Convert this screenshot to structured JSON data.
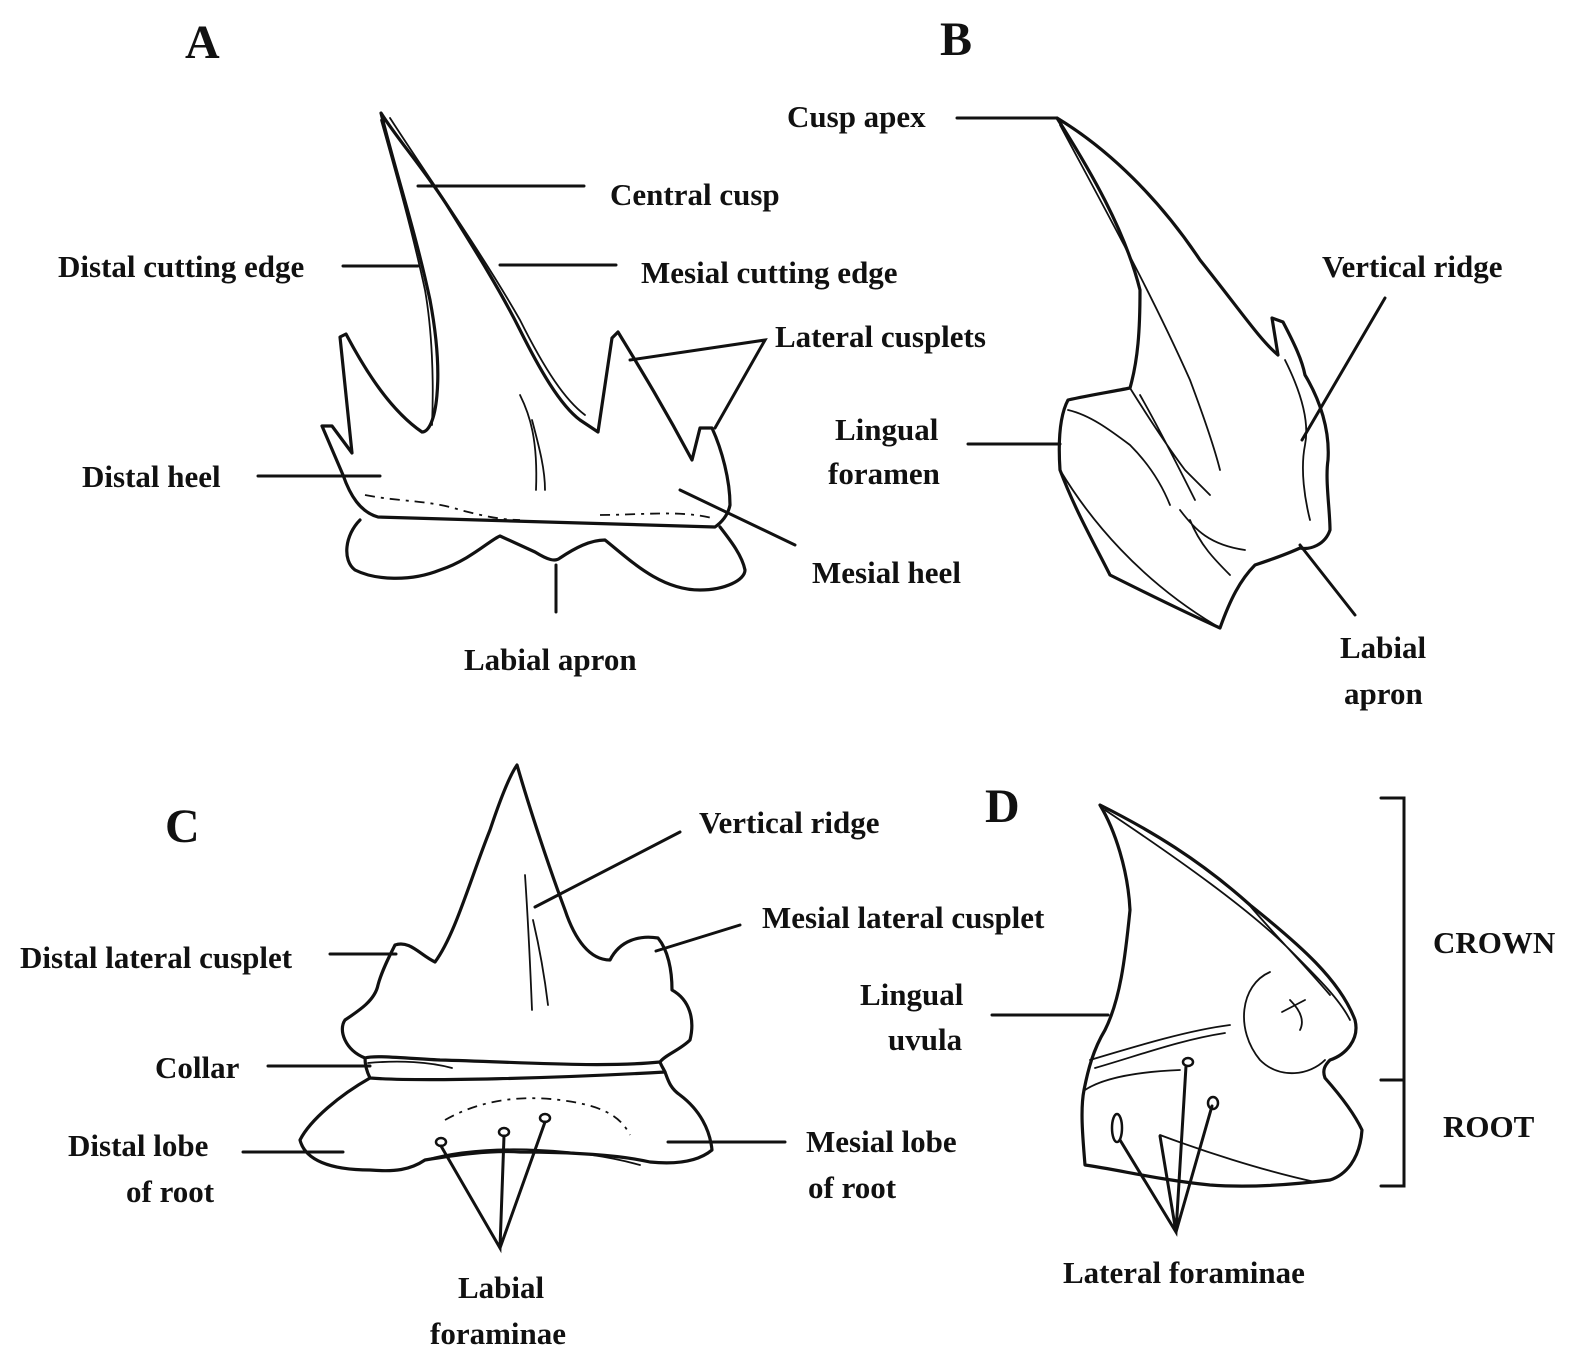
{
  "panels": {
    "A": {
      "letter": "A",
      "labels": {
        "central_cusp": "Central cusp",
        "distal_cutting_edge": "Distal cutting edge",
        "mesial_cutting_edge": "Mesial cutting edge",
        "lateral_cusplets": "Lateral cusplets",
        "distal_heel": "Distal heel",
        "mesial_heel": "Mesial heel",
        "labial_apron": "Labial apron"
      }
    },
    "B": {
      "letter": "B",
      "labels": {
        "cusp_apex": "Cusp apex",
        "vertical_ridge": "Vertical ridge",
        "lingual_foramen_line1": "Lingual",
        "lingual_foramen_line2": "foramen",
        "labial_apron_line1": "Labial",
        "labial_apron_line2": "apron"
      }
    },
    "C": {
      "letter": "C",
      "labels": {
        "vertical_ridge": "Vertical ridge",
        "mesial_lateral_cusplet": "Mesial lateral cusplet",
        "distal_lateral_cusplet": "Distal lateral cusplet",
        "collar": "Collar",
        "distal_lobe_line1": "Distal lobe",
        "distal_lobe_line2": "of root",
        "mesial_lobe_line1": "Mesial lobe",
        "mesial_lobe_line2": "of root",
        "labial_foraminae_line1": "Labial",
        "labial_foraminae_line2": "foraminae"
      }
    },
    "D": {
      "letter": "D",
      "labels": {
        "lingual_uvula_line1": "Lingual",
        "lingual_uvula_line2": "uvula",
        "crown": "CROWN",
        "root": "ROOT",
        "lateral_foraminae": "Lateral foraminae"
      }
    }
  }
}
